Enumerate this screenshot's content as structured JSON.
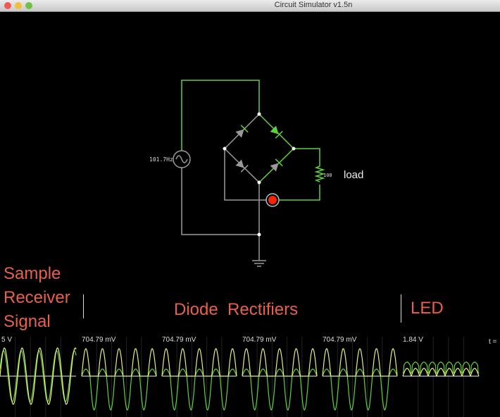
{
  "window": {
    "title": "Circuit Simulator v1.5n"
  },
  "circuit": {
    "source_label": "101.7Hz",
    "resistor_value": "100",
    "resistor_name": "load"
  },
  "annotations": {
    "sample": [
      "Sample",
      "Receiver",
      "Signal"
    ],
    "diodes": "Diode  Rectifiers",
    "led": "LED"
  },
  "scopes": [
    {
      "label": "5 V",
      "kind": "source"
    },
    {
      "label": "704.79 mV",
      "kind": "diode"
    },
    {
      "label": "704.79 mV",
      "kind": "diode"
    },
    {
      "label": "704.79 mV",
      "kind": "diode"
    },
    {
      "label": "704.79 mV",
      "kind": "diode"
    },
    {
      "label": "1.84 V",
      "kind": "led"
    }
  ],
  "time_label": "t =",
  "colors": {
    "active": "#5fd13a",
    "inactive": "#9a9a9a",
    "note": "#e8604c",
    "led": "#ff2200"
  }
}
